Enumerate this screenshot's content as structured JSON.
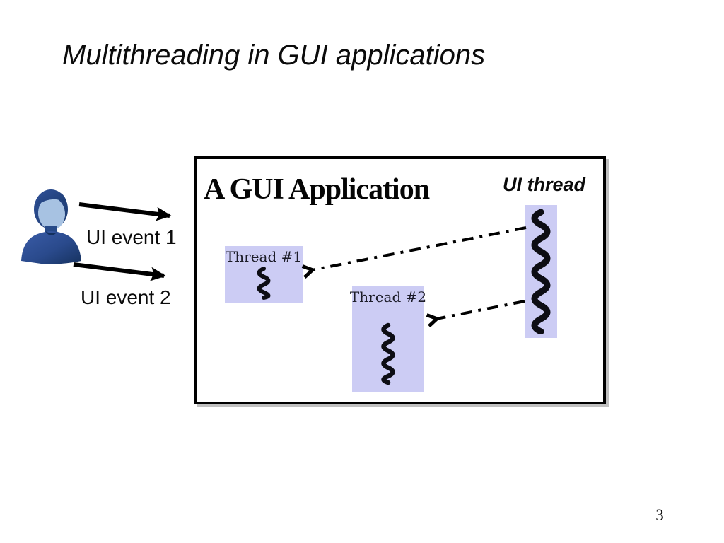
{
  "slide": {
    "title": "Multithreading in GUI applications",
    "page_number": "3"
  },
  "events": [
    {
      "label": "UI event 1"
    },
    {
      "label": "UI event 2"
    }
  ],
  "app": {
    "title": "A GUI Application",
    "ui_thread_label": "UI thread",
    "threads": [
      {
        "label": "Thread #1"
      },
      {
        "label": "Thread #2"
      }
    ]
  },
  "icons": {
    "user_avatar": "user-avatar-icon",
    "thread_squiggle": "thread-squiggle-icon",
    "event_arrow": "solid-arrow-right-icon",
    "dispatch_arrow": "dash-dot-arrow-icon"
  },
  "colors": {
    "background": "#ffffff",
    "text": "#000000",
    "box_border": "#000000",
    "thread_box_bg": "#ccccf4",
    "avatar_body_dark": "#1e3f7a",
    "avatar_body_mid": "#33539b",
    "avatar_face": "#a7c2e2"
  }
}
